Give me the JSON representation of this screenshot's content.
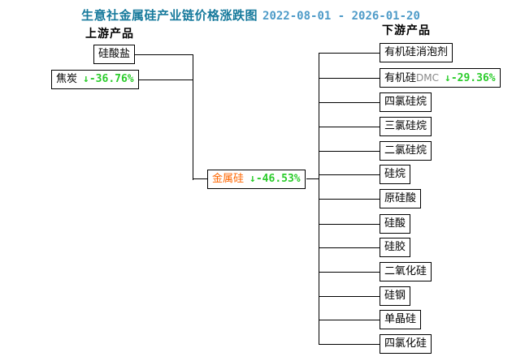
{
  "title": {
    "text": "生意社金属硅产业链价格涨跌图",
    "date_range": "2022-08-01 - 2026-01-20"
  },
  "colors": {
    "title_teal": "#177a9c",
    "date_blue": "#4e9bc8",
    "down_green": "#2bcc2b",
    "core_orange": "#ff6600",
    "line_black": "#000000"
  },
  "upstream": {
    "header": "上游产品",
    "items": [
      {
        "label": "硅酸盐"
      },
      {
        "label": "焦炭",
        "change": "↓-36.76%",
        "direction": "down"
      }
    ]
  },
  "core": {
    "label": "金属硅",
    "change": "↓-46.53%",
    "direction": "down"
  },
  "downstream": {
    "header": "下游产品",
    "items": [
      {
        "label": "有机硅消泡剂"
      },
      {
        "label": "有机硅",
        "suffix": "DMC",
        "change": "↓-29.36%",
        "direction": "down"
      },
      {
        "label": "四氯硅烷"
      },
      {
        "label": "三氯硅烷"
      },
      {
        "label": "二氯硅烷"
      },
      {
        "label": "硅烷"
      },
      {
        "label": "原硅酸"
      },
      {
        "label": "硅酸"
      },
      {
        "label": "硅胶"
      },
      {
        "label": "二氧化硅"
      },
      {
        "label": "硅钢"
      },
      {
        "label": "单晶硅"
      },
      {
        "label": "四氯化硅"
      }
    ]
  }
}
